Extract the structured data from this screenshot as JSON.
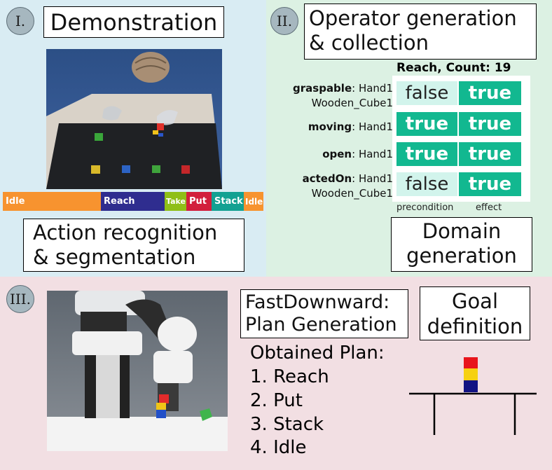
{
  "panel1": {
    "badge": "I.",
    "title": "Demonstration",
    "recognition_line1": "Action recognition",
    "recognition_line2": "& segmentation",
    "segments": [
      {
        "label": "Idle",
        "color": "#f7932f"
      },
      {
        "label": "Reach",
        "color": "#2f2d8f"
      },
      {
        "label": "Take",
        "color": "#8fbf17"
      },
      {
        "label": "Put",
        "color": "#d21f3c"
      },
      {
        "label": "Stack",
        "color": "#13a192"
      },
      {
        "label": "Idle",
        "color": "#f7932f"
      }
    ]
  },
  "panel2": {
    "badge": "II.",
    "title_line1": "Operator generation",
    "title_line2": "& collection",
    "table_title": "Reach, Count: 19",
    "rows": [
      {
        "pred": "graspable",
        "arg1": ": Hand1",
        "arg2": "Wooden_Cube1",
        "pre": "false",
        "eff": "true"
      },
      {
        "pred": "moving",
        "arg1": ": Hand1",
        "arg2": "",
        "pre": "true",
        "eff": "true"
      },
      {
        "pred": "open",
        "arg1": ": Hand1",
        "arg2": "",
        "pre": "true",
        "eff": "true"
      },
      {
        "pred": "actedOn",
        "arg1": ": Hand1",
        "arg2": "Wooden_Cube1",
        "pre": "false",
        "eff": "true"
      }
    ],
    "col_precondition": "precondition",
    "col_effect": "effect",
    "domain_line1": "Domain",
    "domain_line2": "generation"
  },
  "panel3": {
    "badge": "III.",
    "planner_line1": "FastDownward:",
    "planner_line2": "Plan Generation",
    "goal_line1": "Goal",
    "goal_line2": "definition",
    "plan_title": "Obtained Plan:",
    "plan": [
      "1. Reach",
      "2. Put",
      "3. Stack",
      "4. Idle"
    ],
    "goal_colors": [
      "#e8141b",
      "#f6d112",
      "#121383"
    ]
  }
}
